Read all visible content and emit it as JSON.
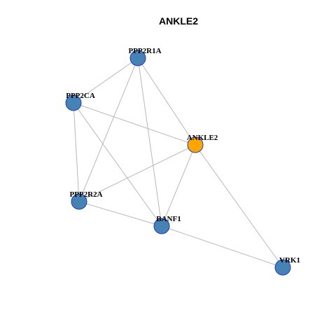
{
  "title": "ANKLE2",
  "colors": {
    "default_node": "#4682b4",
    "focus_node": "#ffa500",
    "node_border": "#1f3fbf",
    "edge": "#b8b8b8"
  },
  "nodes": [
    {
      "id": "PPP2R1A",
      "label": "PPP2R1A",
      "focus": false
    },
    {
      "id": "PPP2CA",
      "label": "PPP2CA",
      "focus": false
    },
    {
      "id": "ANKLE2",
      "label": "ANKLE2",
      "focus": true
    },
    {
      "id": "PPP2R2A",
      "label": "PPP2R2A",
      "focus": false
    },
    {
      "id": "BANF1",
      "label": "BANF1",
      "focus": false
    },
    {
      "id": "VRK1",
      "label": "VRK1",
      "focus": false
    }
  ],
  "edges": [
    [
      "PPP2R1A",
      "PPP2CA"
    ],
    [
      "PPP2R1A",
      "ANKLE2"
    ],
    [
      "PPP2R1A",
      "PPP2R2A"
    ],
    [
      "PPP2R1A",
      "BANF1"
    ],
    [
      "PPP2CA",
      "ANKLE2"
    ],
    [
      "PPP2CA",
      "PPP2R2A"
    ],
    [
      "PPP2CA",
      "BANF1"
    ],
    [
      "ANKLE2",
      "PPP2R2A"
    ],
    [
      "ANKLE2",
      "BANF1"
    ],
    [
      "ANKLE2",
      "VRK1"
    ],
    [
      "PPP2R2A",
      "BANF1"
    ],
    [
      "BANF1",
      "VRK1"
    ]
  ]
}
